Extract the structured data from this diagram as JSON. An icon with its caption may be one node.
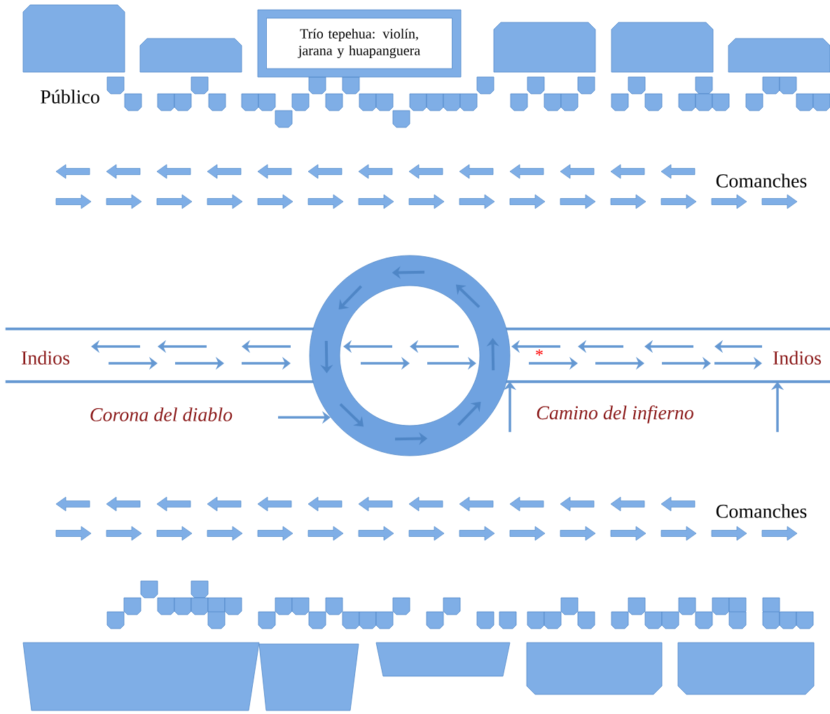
{
  "diagram": {
    "nodes": [
      {
        "text": [],
        "shape": "box"
      },
      {
        "text": [],
        "shape": "box"
      },
      {
        "text": [
          "Trío tepehua: violín, jarana y huapanguera"
        ]
      },
      {
        "text": [],
        "shape": "box"
      },
      {
        "text": [],
        "shape": "box"
      },
      {
        "text": [],
        "shape": "box"
      },
      {
        "text": [],
        "shape": "bar"
      },
      {
        "text": [],
        "shape": "circle"
      },
      {
        "text": [],
        "shape": "box"
      },
      {
        "text": [],
        "shape": "box"
      },
      {
        "text": [],
        "shape": "box"
      },
      {
        "text": [],
        "shape": "box"
      },
      {
        "text": [],
        "shape": "box"
      }
    ],
    "edges": [
      {
        "from": null,
        "to": 7,
        "arrow": "to"
      },
      {
        "from": null,
        "to": 6,
        "arrow": "to"
      },
      {
        "from": null,
        "to": 6,
        "arrow": "to"
      }
    ],
    "labels": [
      "Público",
      "Comanches",
      "Indios",
      "*",
      "Indios",
      "Corona del diablo",
      "Camino del infierno",
      "Comanches"
    ]
  }
}
